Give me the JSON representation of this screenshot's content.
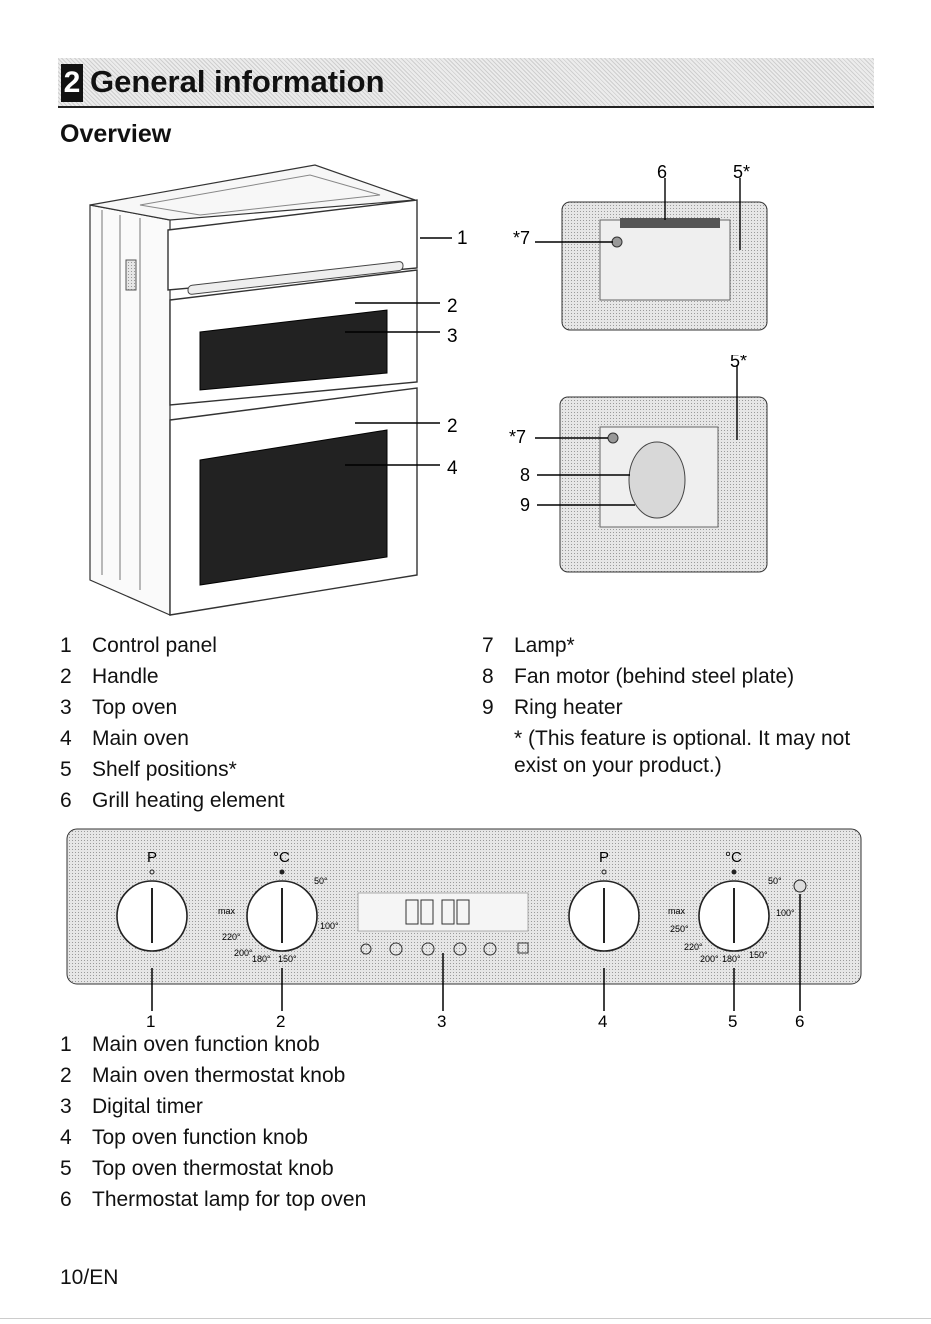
{
  "header": {
    "chapter_number": "2",
    "chapter_title": "General information",
    "section_title": "Overview"
  },
  "diagram_labels": {
    "oven": [
      "1",
      "2",
      "3",
      "2",
      "4"
    ],
    "top_cavity": [
      "6",
      "5*",
      "*7"
    ],
    "main_cavity": [
      "5*",
      "*7",
      "8",
      "9"
    ]
  },
  "overview_list_left": [
    {
      "num": "1",
      "label": "Control panel"
    },
    {
      "num": "2",
      "label": "Handle"
    },
    {
      "num": "3",
      "label": "Top oven"
    },
    {
      "num": "4",
      "label": "Main oven"
    },
    {
      "num": "5",
      "label": "Shelf positions*"
    },
    {
      "num": "6",
      "label": "Grill heating element"
    }
  ],
  "overview_list_right": [
    {
      "num": "7",
      "label": "Lamp*"
    },
    {
      "num": "8",
      "label": "Fan motor (behind steel plate)"
    },
    {
      "num": "9",
      "label": "Ring heater"
    }
  ],
  "optional_note": "* (This feature is optional. It may not exist on your product.)",
  "control_panel": {
    "left_knob_letter": "P",
    "left_thermo_unit": "°C",
    "right_knob_letter": "P",
    "right_thermo_unit": "°C",
    "main_scale": [
      "50°",
      "max",
      "100°",
      "220°",
      "200°",
      "180°",
      "150°"
    ],
    "top_scale": [
      "50°",
      "max",
      "100°",
      "250°",
      "220°",
      "200°",
      "180°",
      "150°"
    ],
    "callouts": [
      "1",
      "2",
      "3",
      "4",
      "5",
      "6"
    ]
  },
  "panel_list": [
    {
      "num": "1",
      "label": "Main oven function knob"
    },
    {
      "num": "2",
      "label": "Main oven thermostat knob"
    },
    {
      "num": "3",
      "label": "Digital timer"
    },
    {
      "num": "4",
      "label": "Top oven function knob"
    },
    {
      "num": "5",
      "label": "Top oven thermostat knob"
    },
    {
      "num": "6",
      "label": "Thermostat lamp for top oven"
    }
  ],
  "footer": {
    "page_label": "10/EN"
  }
}
